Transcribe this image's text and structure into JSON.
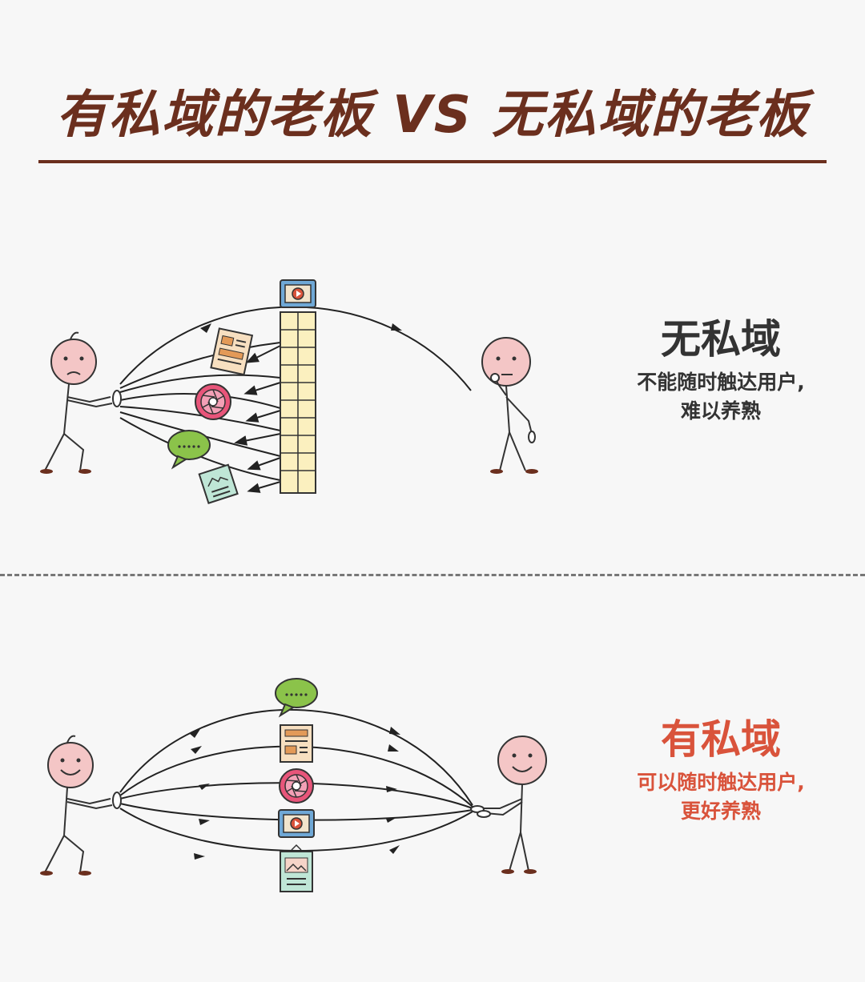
{
  "header": {
    "title": "有私域的老板  VS  无私域的老板"
  },
  "top_panel": {
    "title": "无私域",
    "desc_line1": "不能随时触达用户,",
    "desc_line2": "难以养熟"
  },
  "bottom_panel": {
    "title": "有私域",
    "desc_line1": "可以随时触达用户,",
    "desc_line2": "更好养熟"
  },
  "colors": {
    "title_brown": "#6b2f1e",
    "accent_red": "#d9533b",
    "text_dark": "#333333",
    "skin_pink": "#f4c6c6",
    "wall_yellow": "#fbf0bf",
    "bubble_green": "#8bc34a"
  }
}
